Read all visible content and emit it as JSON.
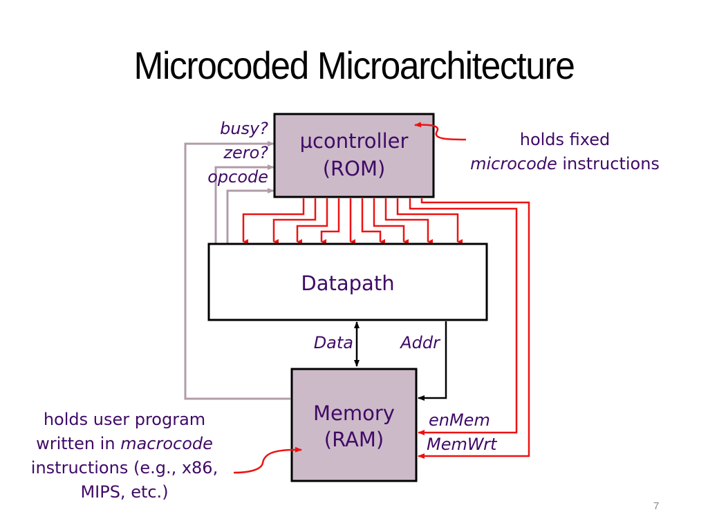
{
  "slide": {
    "title": "Microcoded Microarchitecture",
    "page_number": "7"
  },
  "colors": {
    "text": "#3f0a66",
    "block_fill": "#ccbac8",
    "control_line": "#ee1111",
    "feedback_line": "#b09ca8",
    "datapath_line": "#000000"
  },
  "blocks": {
    "controller": {
      "line1": "µcontroller",
      "line2": "(ROM)"
    },
    "datapath": {
      "label": "Datapath"
    },
    "memory": {
      "line1": "Memory",
      "line2": "(RAM)"
    }
  },
  "signals": {
    "status_inputs": [
      "busy?",
      "zero?",
      "opcode"
    ],
    "data_bus": "Data",
    "addr_bus": "Addr",
    "mem_controls": [
      "enMem",
      "MemWrt"
    ]
  },
  "annotations": {
    "rom_note": {
      "line1": "holds fixed",
      "line2_italic": "microcode",
      "line2_rest": " instructions"
    },
    "ram_note": {
      "line1": "holds user program",
      "line2_prefix": "written in ",
      "line2_italic": "macrocode",
      "line3": "instructions (e.g., x86,",
      "line4": "MIPS, etc.)"
    }
  }
}
